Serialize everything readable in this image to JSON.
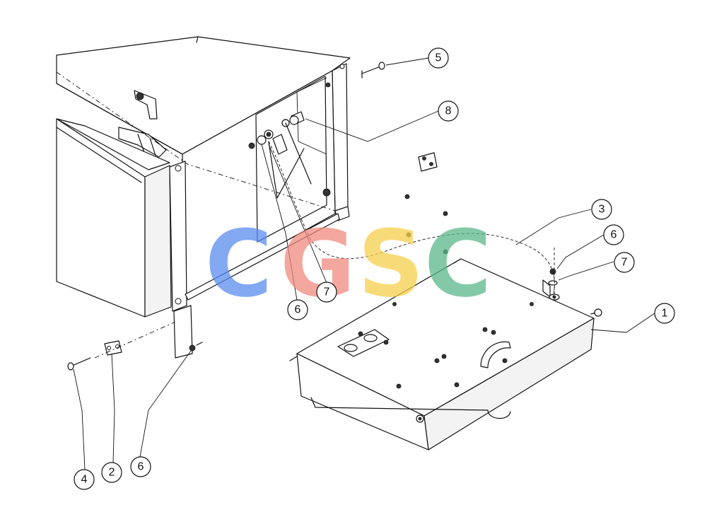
{
  "diagram": {
    "callouts": [
      {
        "id": "callout-1",
        "label": "1"
      },
      {
        "id": "callout-2",
        "label": "2"
      },
      {
        "id": "callout-3",
        "label": "3"
      },
      {
        "id": "callout-4",
        "label": "4"
      },
      {
        "id": "callout-5",
        "label": "5"
      },
      {
        "id": "callout-6a",
        "label": "6"
      },
      {
        "id": "callout-6b",
        "label": "6"
      },
      {
        "id": "callout-6c",
        "label": "6"
      },
      {
        "id": "callout-7a",
        "label": "7"
      },
      {
        "id": "callout-7b",
        "label": "7"
      },
      {
        "id": "callout-8",
        "label": "8"
      }
    ]
  },
  "watermark": {
    "letters": [
      "C",
      "G",
      "S",
      "C"
    ],
    "colors": [
      "#5b8def",
      "#f08a7e",
      "#f6d04d",
      "#5cb88a"
    ]
  }
}
